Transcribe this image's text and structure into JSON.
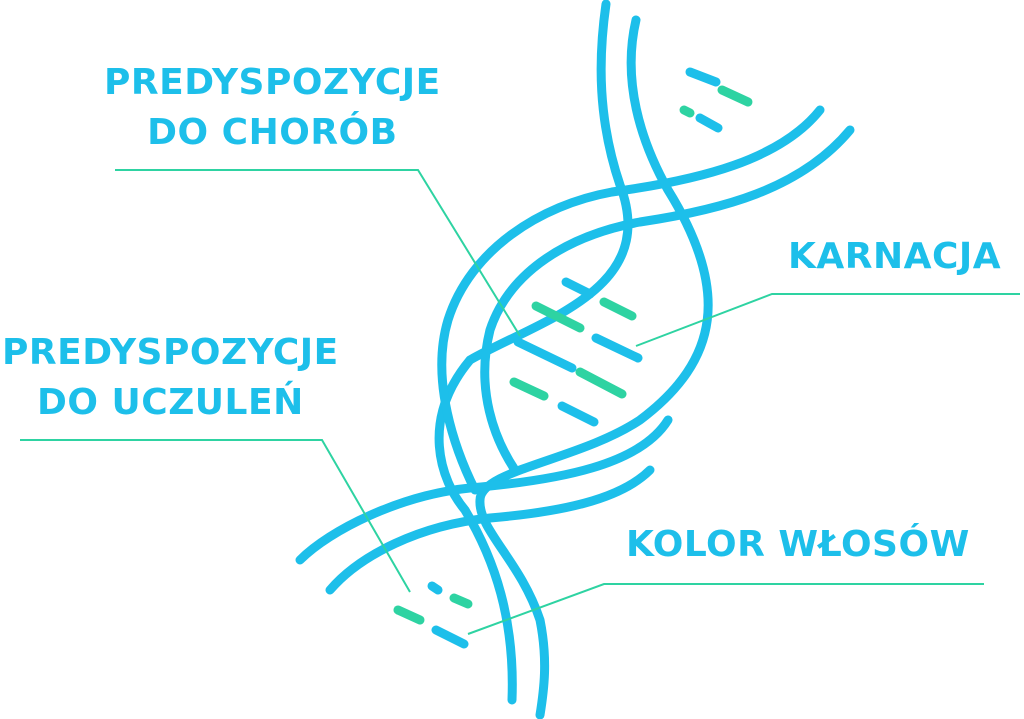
{
  "colors": {
    "strand": "#1DBFEA",
    "accent": "#2ED3A2",
    "label": "#1DBFEA",
    "background": "#FFFFFF"
  },
  "labels": {
    "disease": {
      "line1": "PREDYSPOZYCJE",
      "line2": "DO CHORÓB"
    },
    "skin": {
      "line1": "KARNACJA"
    },
    "allergy": {
      "line1": "PREDYSPOZYCJE",
      "line2": "DO UCZULEŃ"
    },
    "hair": {
      "line1": "KOLOR WŁOSÓW"
    }
  }
}
